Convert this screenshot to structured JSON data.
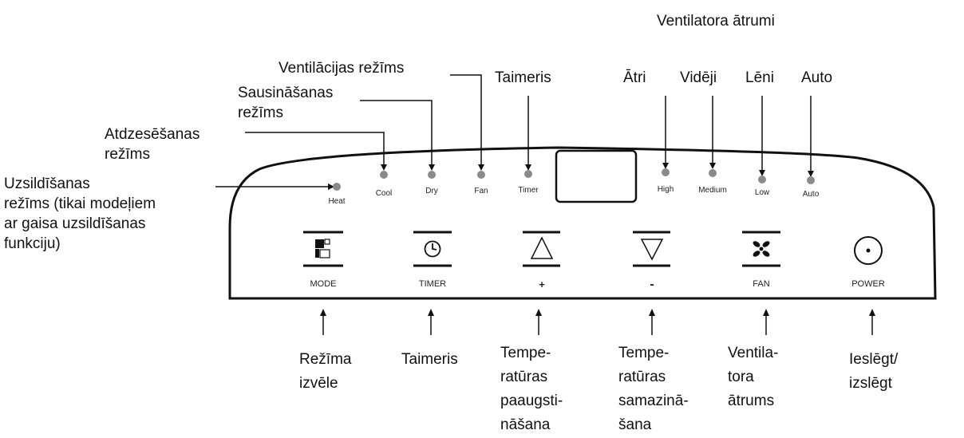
{
  "top_labels": {
    "fan_speeds_title": "Ventilatora ātrumi",
    "fan_mode": "Ventilācijas režīms",
    "dry_mode": "Sausināšanas\nrežīms",
    "cool_mode": "Atdzesēšanas\nrežīms",
    "heat_mode": "Uzsildīšanas\nrežīms (tikai modeļiem\nar gaisa uzsildīšanas\nfunkciju)",
    "timer": "Taimeris",
    "high": "Ātri",
    "medium": "Vidēji",
    "low": "Lēni",
    "auto": "Auto"
  },
  "panel_indicators": {
    "heat": "Heat",
    "cool": "Cool",
    "dry": "Dry",
    "fan": "Fan",
    "timer": "Timer",
    "high": "High",
    "medium": "Medium",
    "low": "Low",
    "auto": "Auto"
  },
  "panel_buttons": {
    "mode": "MODE",
    "timer": "TIMER",
    "plus": "+",
    "minus": "-",
    "fan": "FAN",
    "power": "POWER"
  },
  "bottom_labels": {
    "mode_select": "Režīma\nizvēle",
    "timer": "Taimeris",
    "temp_up": "Tempe-\nratūras\npaaugsti-\nnāšana",
    "temp_down": "Tempe-\nratūras\nsamazinā-\nšana",
    "fan_speed": "Ventila-\ntora\nātrums",
    "power": "Ieslēgt/\nizslēgt"
  },
  "icons": [
    "mode-icon",
    "clock-icon",
    "up-triangle-icon",
    "down-triangle-icon",
    "fan-icon",
    "power-icon"
  ],
  "colors": {
    "line": "#111111",
    "indicator": "#8a8a8a"
  }
}
